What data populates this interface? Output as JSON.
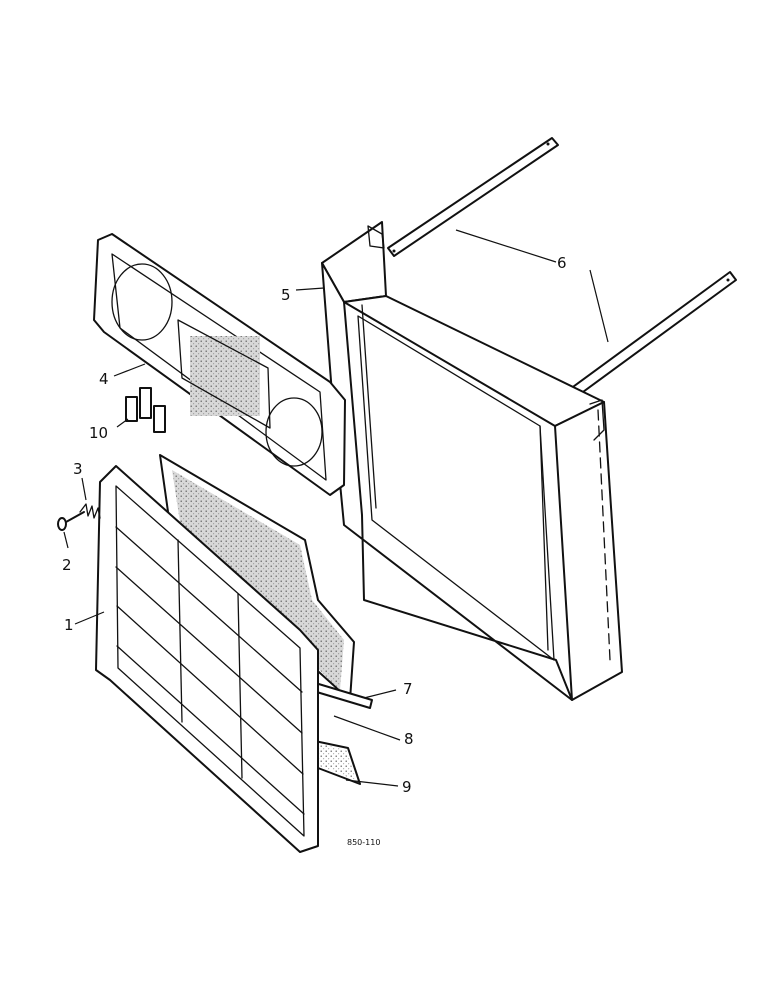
{
  "callouts": {
    "c1": "1",
    "c2": "2",
    "c3": "3",
    "c4": "4",
    "c5": "5",
    "c6": "6",
    "c7": "7",
    "c8": "8",
    "c9": "9",
    "c10": "10"
  },
  "drawing_ref": "850-110"
}
